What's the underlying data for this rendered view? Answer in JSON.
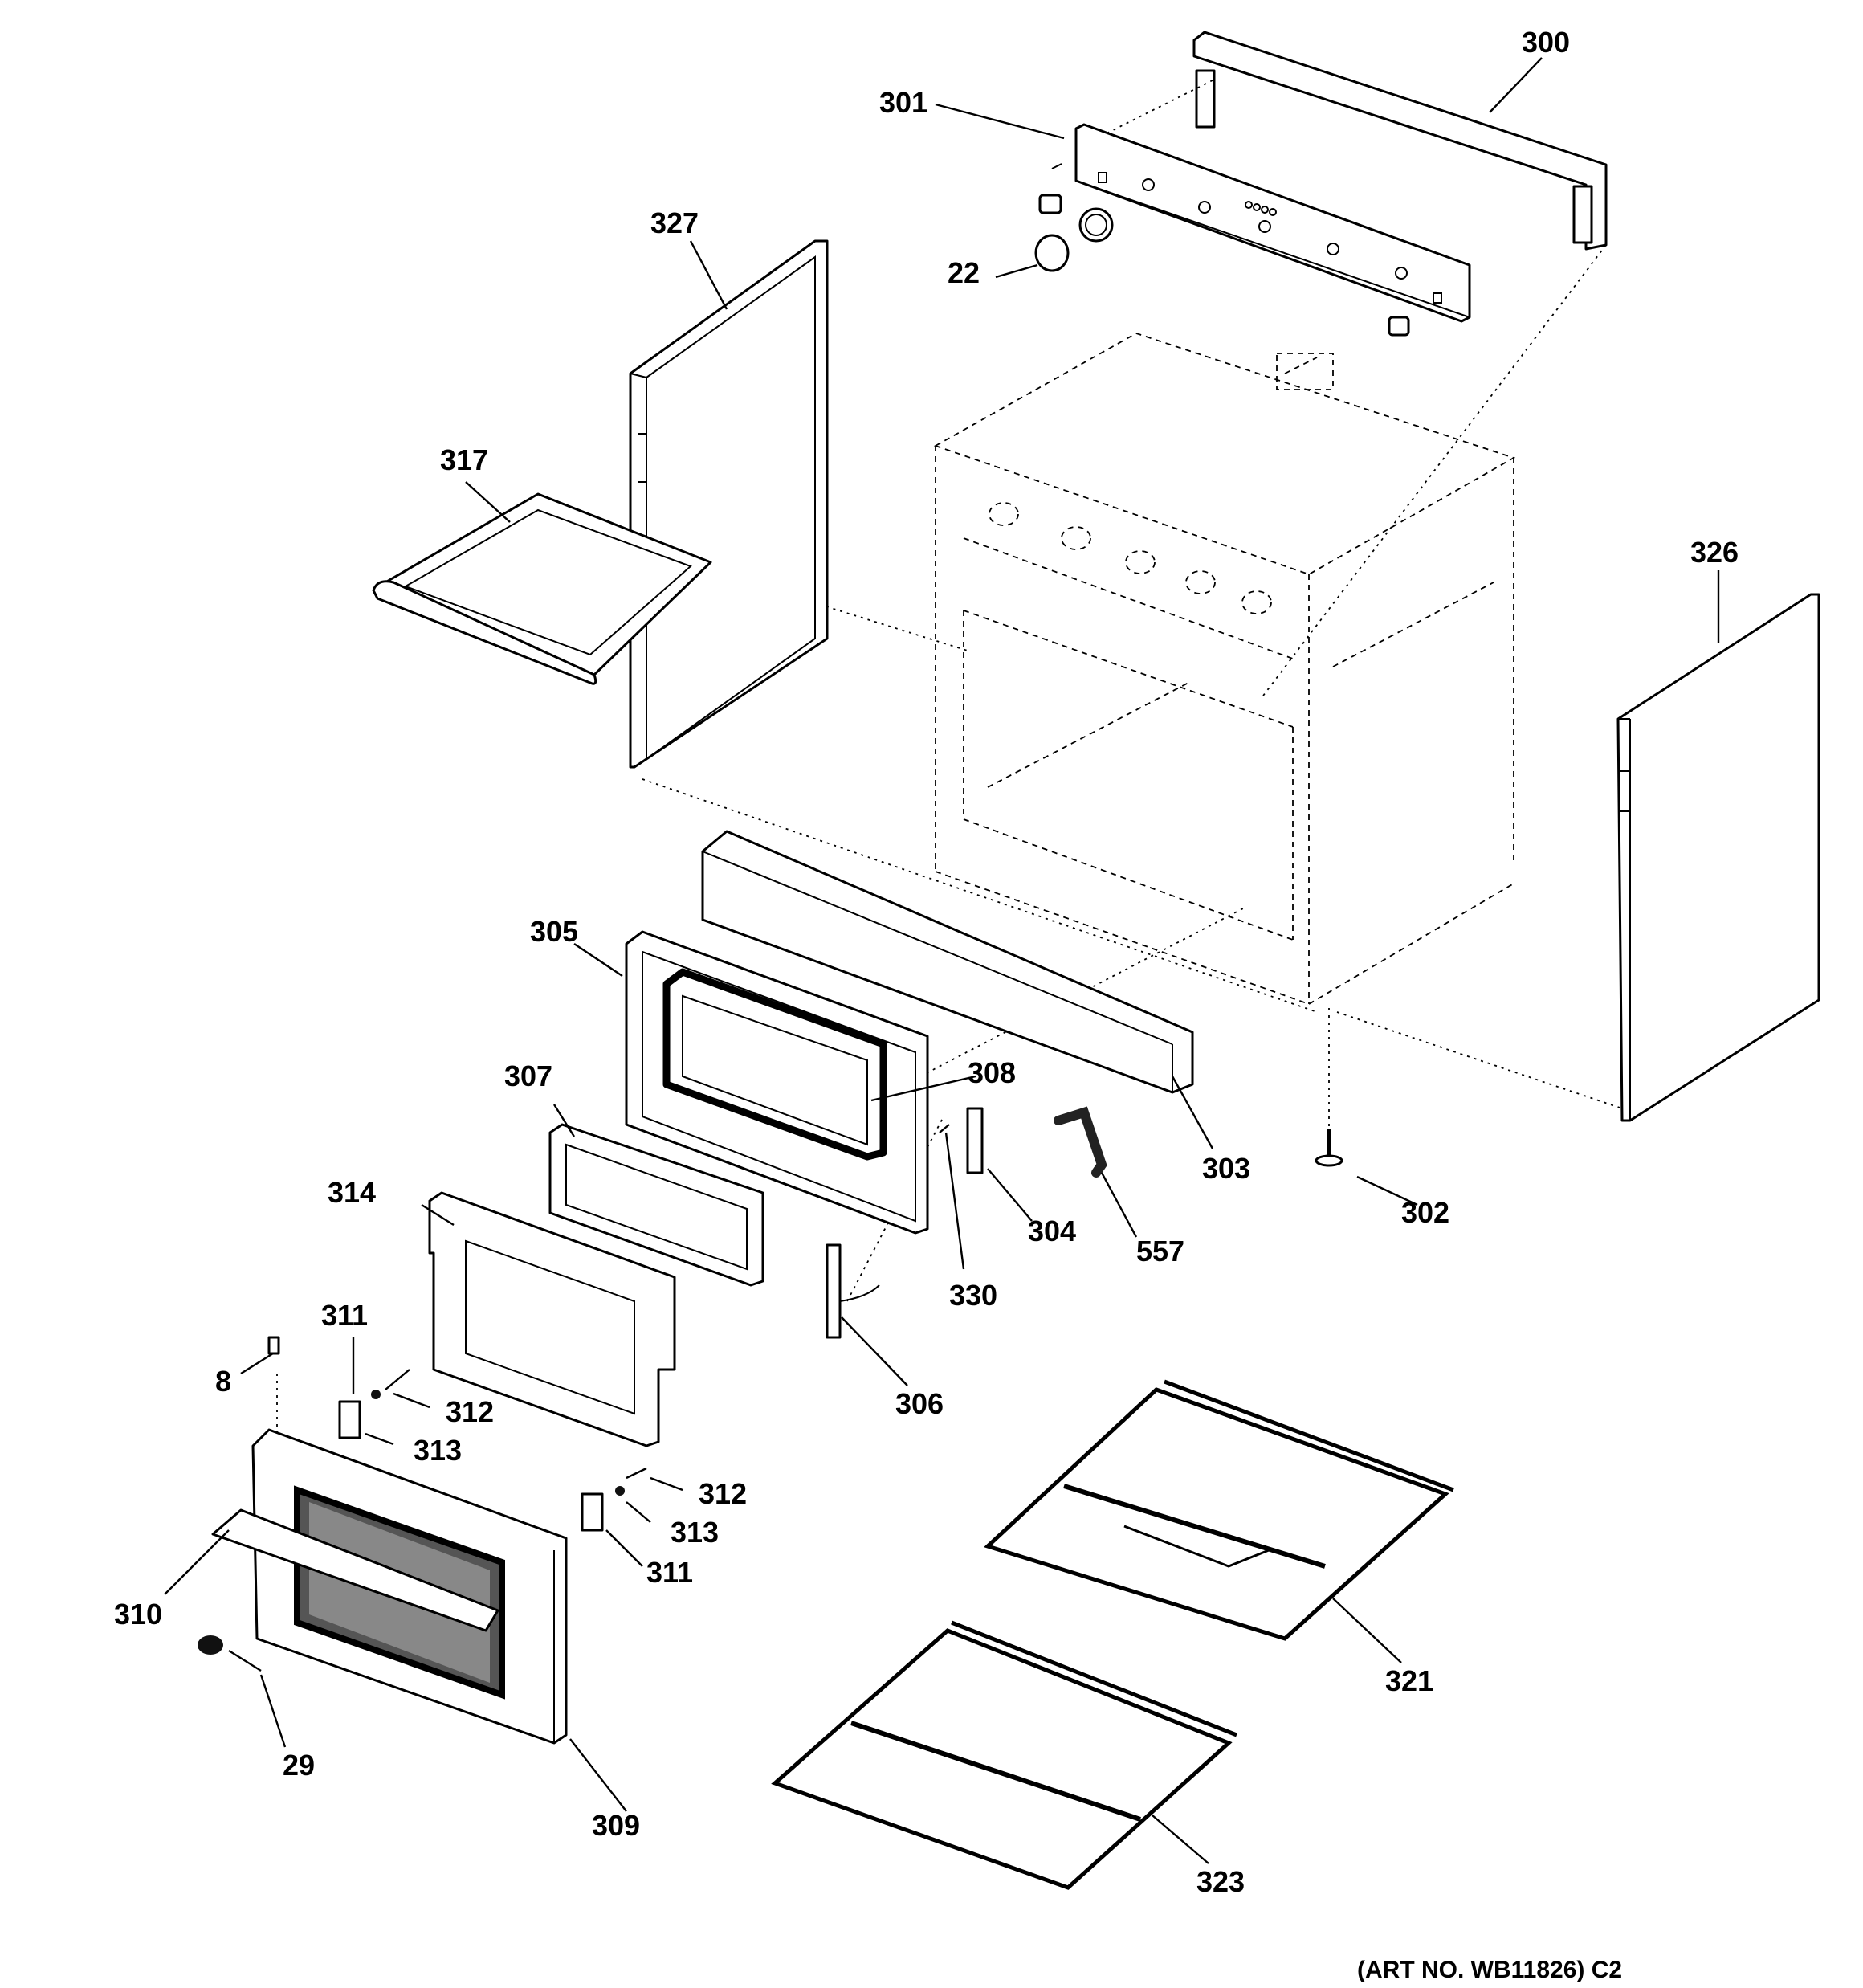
{
  "diagram": {
    "parts": [
      "300",
      "301",
      "22",
      "327",
      "317",
      "326",
      "305",
      "308",
      "307",
      "303",
      "302",
      "314",
      "304",
      "557",
      "330",
      "306",
      "311",
      "8",
      "312",
      "313",
      "310",
      "29",
      "309",
      "321",
      "323"
    ],
    "art_number": "(ART NO. WB11826) C2"
  }
}
